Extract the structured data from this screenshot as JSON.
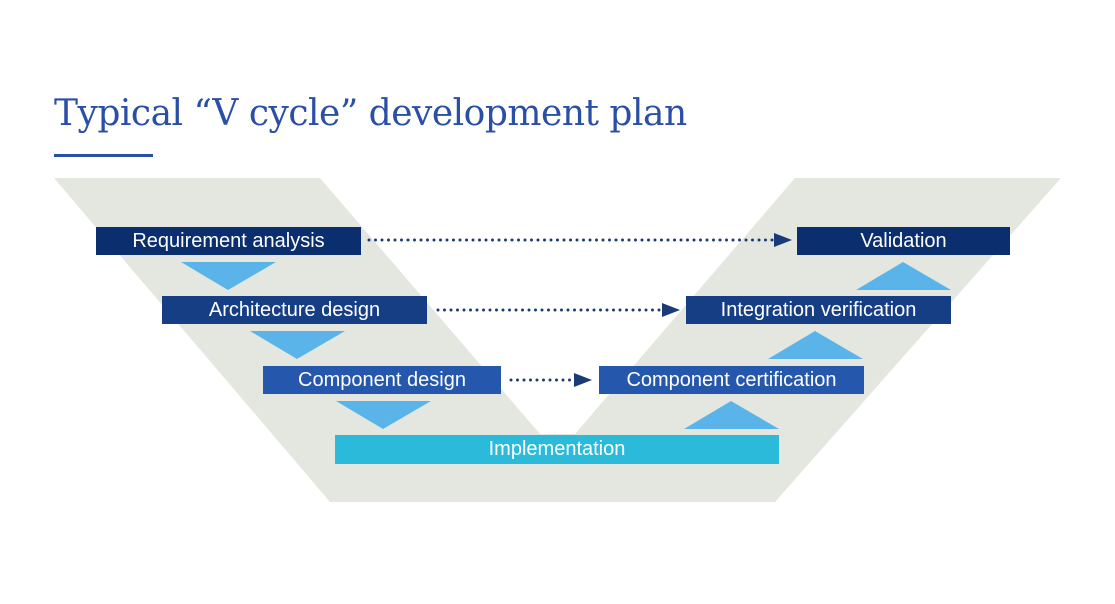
{
  "title": "Typical “V cycle” development plan",
  "colors": {
    "title": "#2a4fa6",
    "underline": "#2a4fa6",
    "band": "#e3e7df",
    "level1": "#0b2e6e",
    "level2": "#163e85",
    "level3": "#2557ad",
    "implementation": "#2bbad9",
    "triangle": "#5ab4ea",
    "dotted_arrow": "#1b3a78"
  },
  "stages": {
    "requirement": "Requirement analysis",
    "architecture": "Architecture design",
    "component": "Component design",
    "implementation": "Implementation",
    "component_cert": "Component certification",
    "integration": "Integration verification",
    "validation": "Validation"
  }
}
